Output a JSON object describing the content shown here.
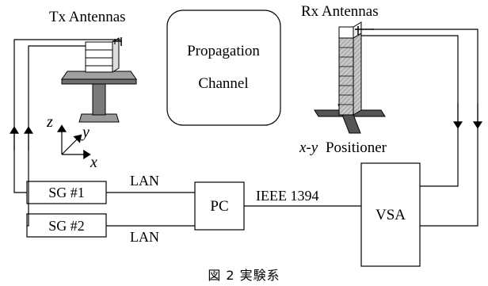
{
  "labels": {
    "tx_antennas": "Tx Antennas",
    "rx_antennas": "Rx Antennas",
    "propagation_line1": "Propagation",
    "propagation_line2": "Channel",
    "positioner_xy": "x-y",
    "positioner_word": "Positioner",
    "axis_z": "z",
    "axis_y": "y",
    "axis_x": "x",
    "sg1": "SG #1",
    "sg2": "SG #2",
    "pc": "PC",
    "vsa": "VSA",
    "lan_top": "LAN",
    "lan_bottom": "LAN",
    "ieee": "IEEE 1394"
  },
  "caption": "図 2 実験系"
}
